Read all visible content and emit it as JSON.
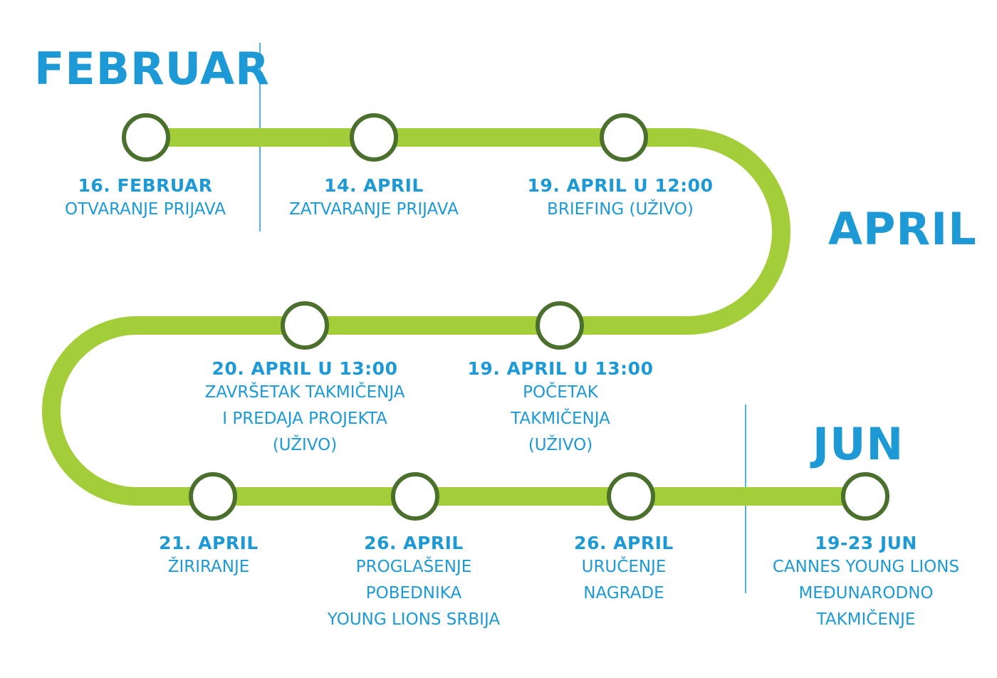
{
  "colors": {
    "accent": "#1d9ad6",
    "track": "#a3ce39",
    "node_ring": "#4b6f2c",
    "node_fill": "#ffffff"
  },
  "months": {
    "februar": "FEBRUAR",
    "april": "APRIL",
    "jun": "JUN"
  },
  "events": [
    {
      "date": "16. FEBRUAR",
      "label": "OTVARANJE PRIJAVA"
    },
    {
      "date": "14. APRIL",
      "label": "ZATVARANJE PRIJAVA"
    },
    {
      "date": "19. APRIL U 12:00",
      "label": "BRIEFING (UŽIVO)"
    },
    {
      "date": "19. APRIL U 13:00",
      "label": "POČETAK\nTAKMIČENJA\n(UŽIVO)"
    },
    {
      "date": "20. APRIL U 13:00",
      "label": "ZAVRŠETAK TAKMIČENJA\nI PREDAJA PROJEKTA\n(UŽIVO)"
    },
    {
      "date": "21. APRIL",
      "label": "ŽIRIRANJE"
    },
    {
      "date": "26. APRIL",
      "label": "PROGLAŠENJE\nPOBEDNIKA\nYOUNG LIONS SRBIJA"
    },
    {
      "date": "26. APRIL",
      "label": "URUČENJE\nNAGRADE"
    },
    {
      "date": "19-23 JUN",
      "label": "CANNES YOUNG LIONS\nMEĐUNARODNO\nTAKMIČENJE"
    }
  ]
}
